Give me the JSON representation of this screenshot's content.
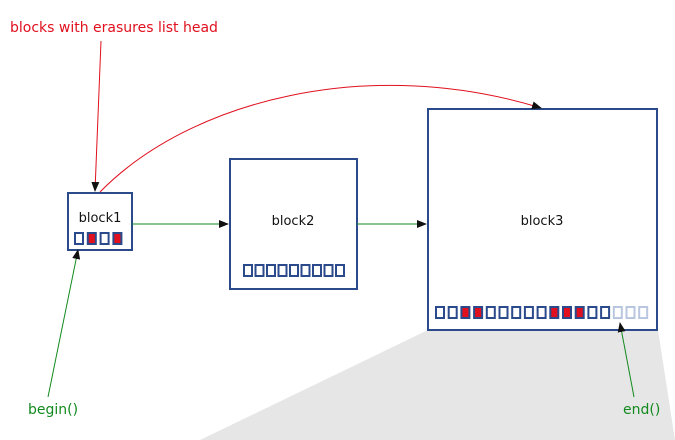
{
  "labels": {
    "list_head": "blocks with erasures list head",
    "block1": "block1",
    "block2": "block2",
    "block3": "block3",
    "begin": "begin()",
    "end": "end()"
  },
  "colors": {
    "block_border": "#2b4a8b",
    "erased_cell": "#e0101e",
    "empty_cell": "#b9c6e0",
    "list_arrow": "#e0101e",
    "next_arrow": "#128a1e",
    "begin_end": "#128a1e",
    "zoom_shadow": "#e6e6e6"
  },
  "blocks": [
    {
      "id": "block1",
      "cells": [
        "used",
        "erased",
        "used",
        "erased"
      ]
    },
    {
      "id": "block2",
      "cells": [
        "used",
        "used",
        "used",
        "used",
        "used",
        "used",
        "used",
        "used",
        "used"
      ]
    },
    {
      "id": "block3",
      "cells": [
        "used",
        "used",
        "erased",
        "erased",
        "used",
        "used",
        "used",
        "used",
        "used",
        "erased",
        "erased",
        "erased",
        "used",
        "used",
        "empty",
        "empty",
        "empty"
      ]
    }
  ]
}
